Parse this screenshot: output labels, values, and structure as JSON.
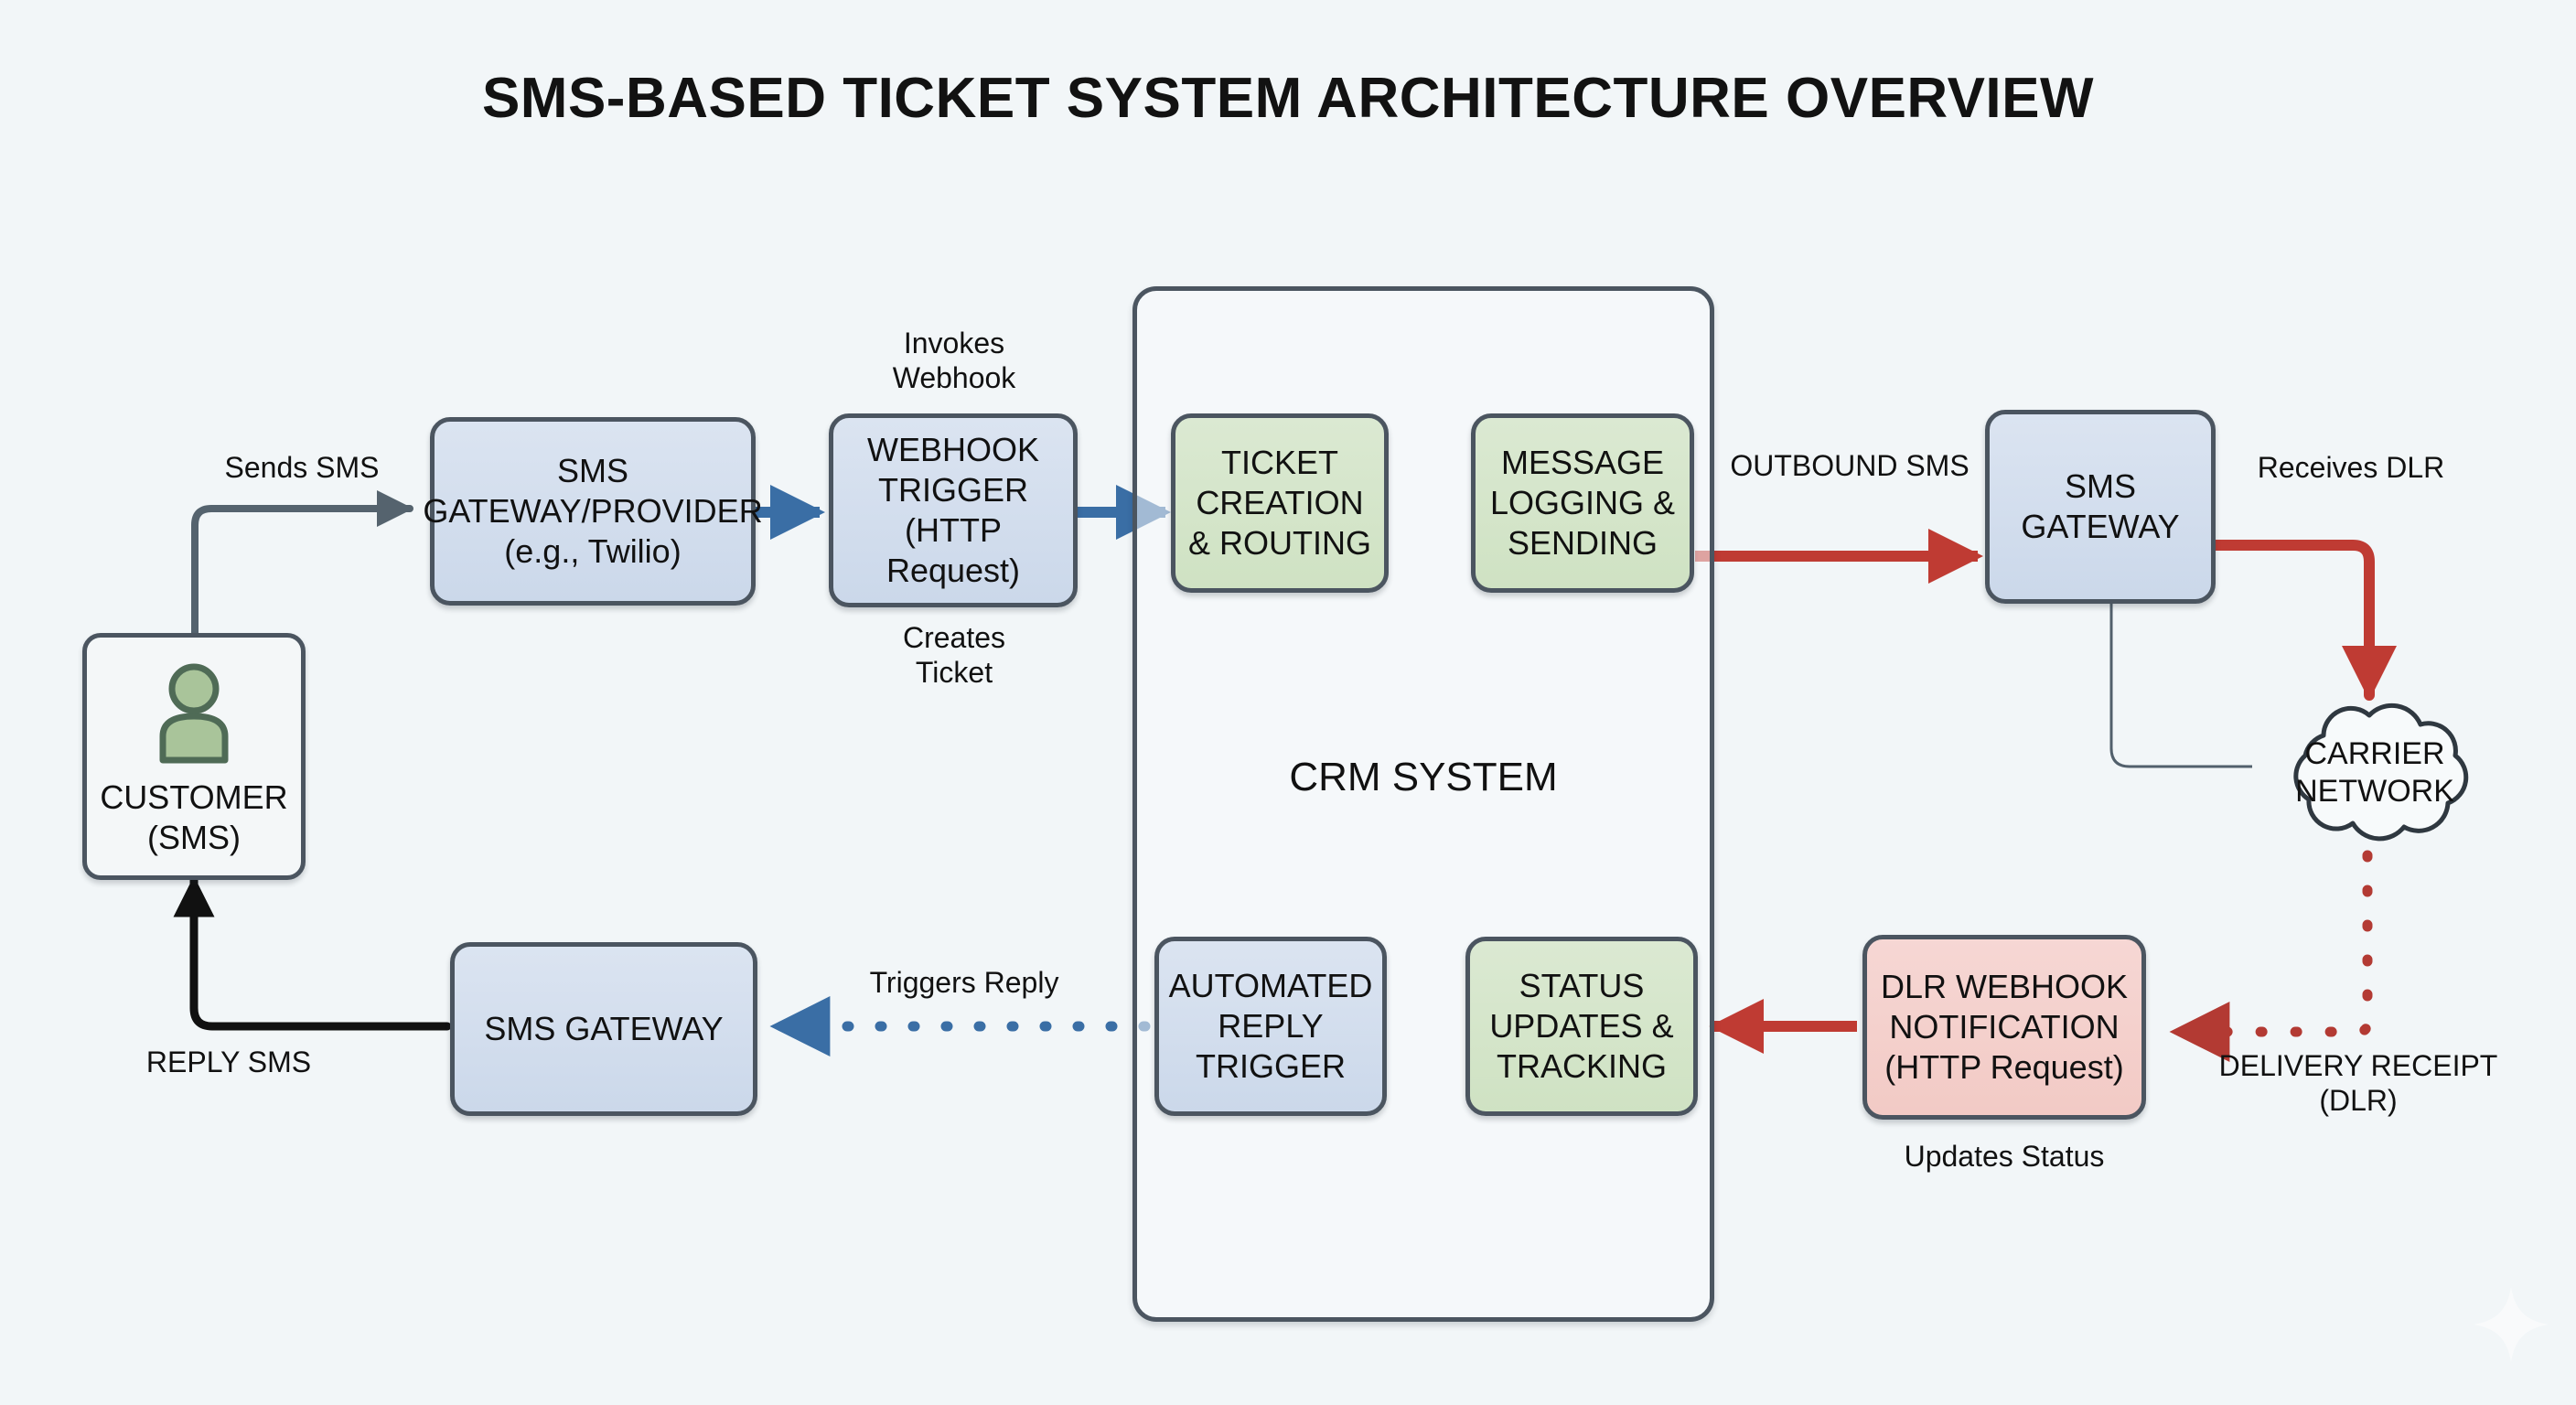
{
  "title": "SMS-BASED TICKET SYSTEM ARCHITECTURE OVERVIEW",
  "colors": {
    "background": "#f2f6f8",
    "node_border": "#4b5560",
    "blue_fill": "#cfdced",
    "green_fill": "#d5e6ca",
    "red_fill": "#f4d2ce",
    "blue_arrow": "#3a6ea5",
    "red_arrow": "#bf3b33",
    "gray_arrow": "#55636e",
    "black_arrow": "#111111",
    "avatar_green": "#a9c49a",
    "avatar_green_border": "#4f6b56",
    "title_text": "#121212"
  },
  "nodes": {
    "customer": {
      "label": "CUSTOMER\n(SMS)",
      "kind": "plain"
    },
    "sms_provider": {
      "label": "SMS\nGATEWAY/PROVIDER\n(e.g., Twilio)",
      "kind": "blue"
    },
    "webhook_trigger": {
      "label": "WEBHOOK\nTRIGGER\n(HTTP Request)",
      "kind": "blue"
    },
    "ticket_creation": {
      "label": "TICKET\nCREATION\n& ROUTING",
      "kind": "green"
    },
    "message_logging": {
      "label": "MESSAGE\nLOGGING &\nSENDING",
      "kind": "green"
    },
    "sms_gateway_out": {
      "label": "SMS\nGATEWAY",
      "kind": "blue"
    },
    "carrier_network": {
      "label": "CARRIER\nNETWORK",
      "kind": "cloud"
    },
    "dlr_webhook": {
      "label": "DLR WEBHOOK\nNOTIFICATION\n(HTTP Request)",
      "kind": "red"
    },
    "status_updates": {
      "label": "STATUS\nUPDATES &\nTRACKING",
      "kind": "green"
    },
    "automated_reply": {
      "label": "AUTOMATED\nREPLY\nTRIGGER",
      "kind": "blue"
    },
    "sms_gateway_reply": {
      "label": "SMS GATEWAY",
      "kind": "blue"
    },
    "crm_system": {
      "label": "CRM SYSTEM",
      "kind": "container"
    }
  },
  "edge_labels": {
    "sends_sms": "Sends SMS",
    "invokes_webhook": "Invokes\nWebhook",
    "creates_ticket": "Creates\nTicket",
    "outbound_sms": "OUTBOUND SMS",
    "receives_dlr": "Receives DLR",
    "delivery_receipt": "DELIVERY RECEIPT\n(DLR)",
    "updates_status": "Updates Status",
    "triggers_reply": "Triggers Reply",
    "reply_sms": "REPLY SMS"
  },
  "watermark": "sparkle-icon"
}
